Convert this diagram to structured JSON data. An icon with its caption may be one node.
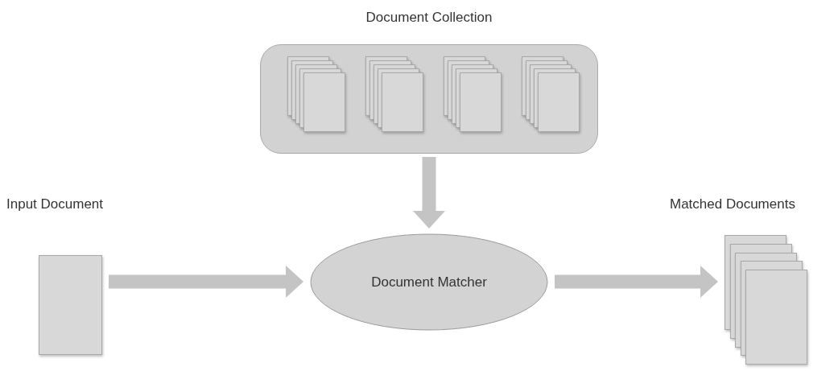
{
  "diagram": {
    "nodes": [
      {
        "text": [
          "Document Collection"
        ]
      },
      {
        "text": [
          "Input Document"
        ]
      },
      {
        "text": [
          "Document Matcher"
        ]
      },
      {
        "text": [
          "Matched Documents"
        ]
      }
    ],
    "edges": [
      {
        "from": 0,
        "to": 2,
        "arrow": "to"
      },
      {
        "from": 1,
        "to": 2,
        "arrow": "to"
      },
      {
        "from": 2,
        "to": 3,
        "arrow": "to"
      }
    ]
  }
}
